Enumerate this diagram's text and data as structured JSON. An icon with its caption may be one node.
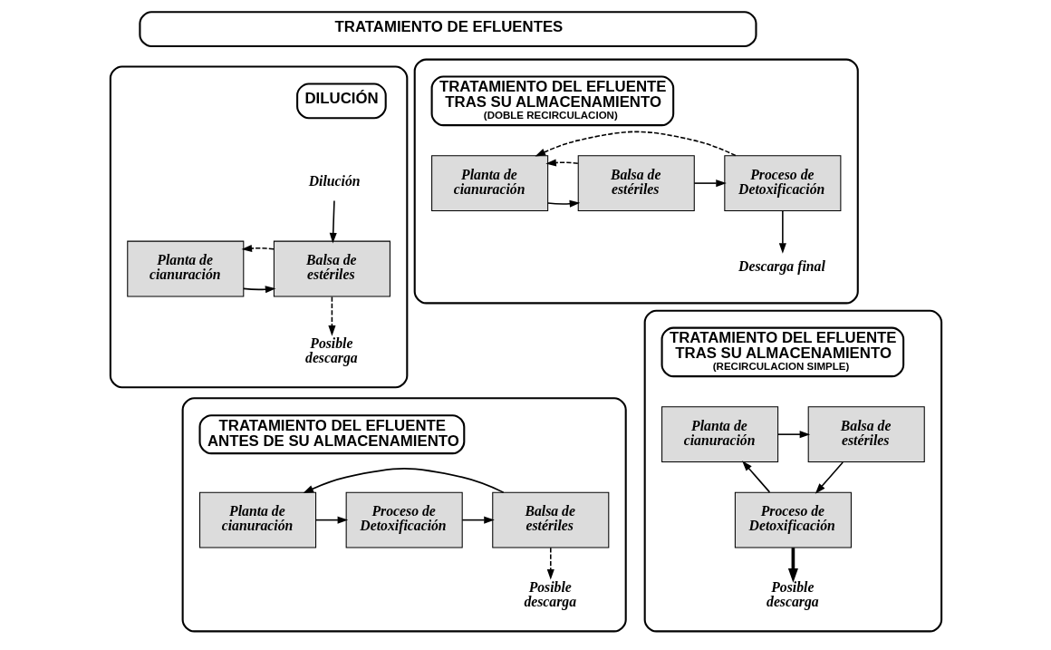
{
  "diagram": {
    "nodes": [
      {
        "text": [
          "TRATAMIENTO DE EFLUENTES"
        ]
      },
      {
        "text": [],
        "shape": "box"
      },
      {
        "text": [
          "DILUCIÓN"
        ],
        "in": 1
      },
      {
        "text": [
          "Dilución"
        ],
        "in": 1
      },
      {
        "text": [
          "Planta de cianuración"
        ],
        "in": 1
      },
      {
        "text": [
          "Balsa de estériles"
        ],
        "in": 1
      },
      {
        "text": [
          "Posible descarga"
        ],
        "in": 1
      },
      {
        "text": [],
        "shape": "box"
      },
      {
        "text": [
          "TRATAMIENTO DEL EFLUENTE TRAS SU ALMACENAMIENTO",
          "(DOBLE RECIRCULACION)"
        ],
        "in": 7
      },
      {
        "text": [
          "Planta de cianuración"
        ],
        "in": 7
      },
      {
        "text": [
          "Balsa de estériles"
        ],
        "in": 7
      },
      {
        "text": [
          "Proceso de Detoxificación"
        ],
        "in": 7
      },
      {
        "text": [
          "Descarga final"
        ],
        "in": 7
      },
      {
        "text": [],
        "shape": "box"
      },
      {
        "text": [
          "TRATAMIENTO DEL EFLUENTE ANTES DE SU ALMACENAMIENTO"
        ],
        "in": 13
      },
      {
        "text": [
          "Planta de cianuración"
        ],
        "in": 13
      },
      {
        "text": [
          "Proceso de Detoxificación"
        ],
        "in": 13
      },
      {
        "text": [
          "Balsa de estériles"
        ],
        "in": 13
      },
      {
        "text": [
          "Posible descarga"
        ],
        "in": 13
      },
      {
        "text": [],
        "shape": "box"
      },
      {
        "text": [
          "TRATAMIENTO DEL EFLUENTE TRAS SU ALMACENAMIENTO",
          "(RECIRCULACION SIMPLE)"
        ],
        "in": 19
      },
      {
        "text": [
          "Planta de cianuración"
        ],
        "in": 19
      },
      {
        "text": [
          "Balsa de estériles"
        ],
        "in": 19
      },
      {
        "text": [
          "Proceso de Detoxificación"
        ],
        "in": 19
      },
      {
        "text": [
          "Posible descarga"
        ],
        "in": 19
      }
    ],
    "edges": [
      {
        "from": 3,
        "to": 5,
        "arrow": "to"
      },
      {
        "from": 4,
        "to": 5,
        "arrow": "to"
      },
      {
        "from": 5,
        "to": 4,
        "arrow": "to",
        "style": "dashed"
      },
      {
        "from": 5,
        "to": 6,
        "arrow": "to",
        "style": "dashed"
      },
      {
        "from": 9,
        "to": 10,
        "arrow": "to"
      },
      {
        "from": 10,
        "to": 11,
        "arrow": "to"
      },
      {
        "from": 10,
        "to": 9,
        "arrow": "to",
        "style": "dashed"
      },
      {
        "from": 11,
        "to": 9,
        "arrow": "to",
        "style": "dashed"
      },
      {
        "from": 11,
        "to": 12,
        "arrow": "to"
      },
      {
        "from": 15,
        "to": 16,
        "arrow": "to"
      },
      {
        "from": 16,
        "to": 17,
        "arrow": "to"
      },
      {
        "from": 17,
        "to": 15,
        "arrow": "to"
      },
      {
        "from": 17,
        "to": 18,
        "arrow": "to",
        "style": "dashed"
      },
      {
        "from": 21,
        "to": 22,
        "arrow": "to"
      },
      {
        "from": 22,
        "to": 23,
        "arrow": "to"
      },
      {
        "from": 23,
        "to": 21,
        "arrow": "to"
      },
      {
        "from": 23,
        "to": 24,
        "arrow": "to",
        "style": "thick"
      }
    ]
  }
}
